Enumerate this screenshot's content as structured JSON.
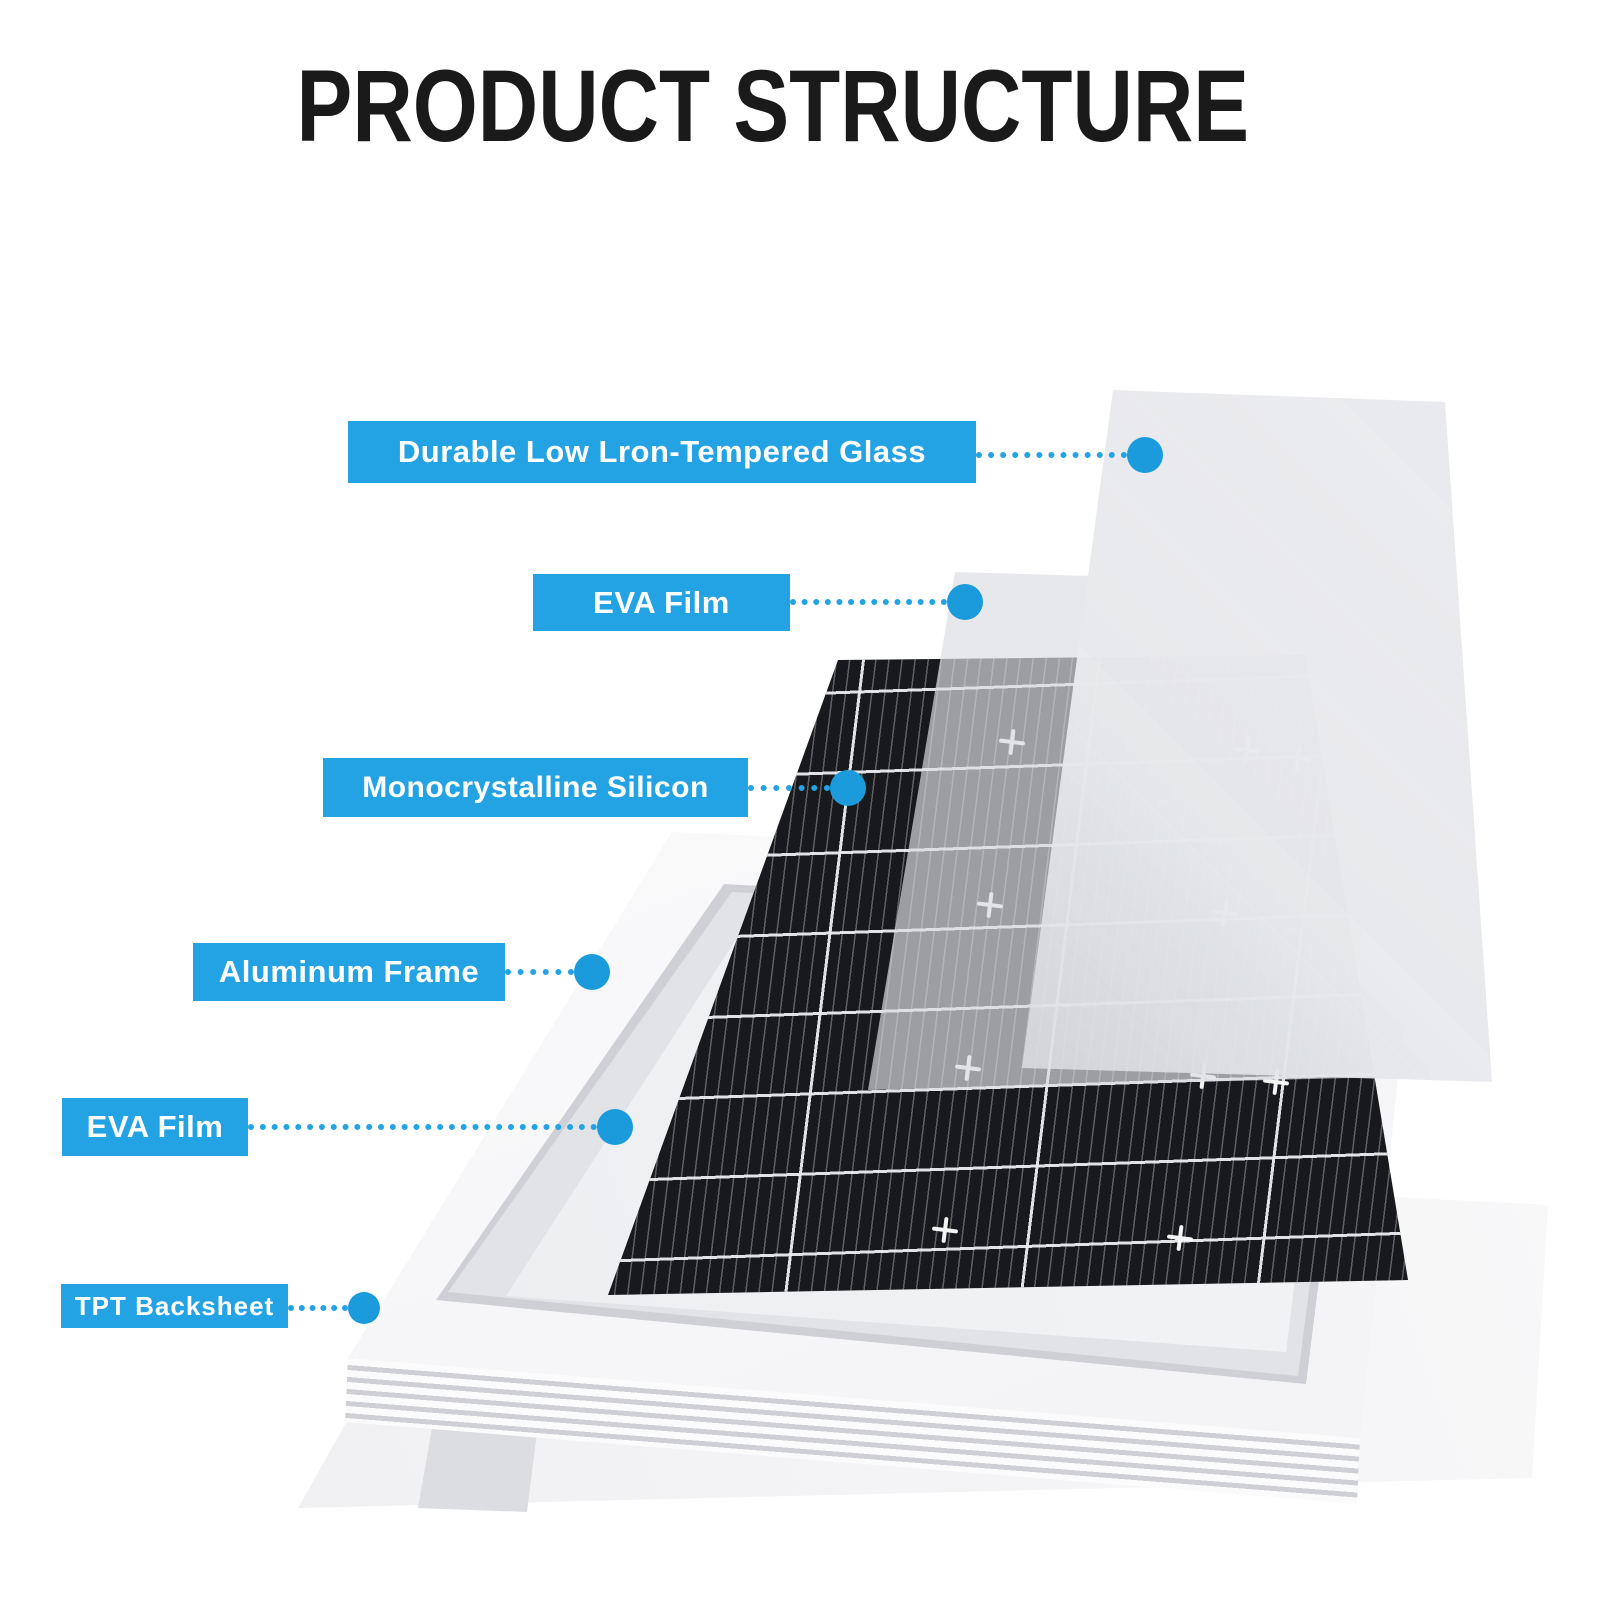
{
  "title": "PRODUCT STRUCTURE",
  "colors": {
    "accent": "#23a2e4",
    "dot": "#1b9bdc",
    "panel": "#17191c",
    "ink": "#1a1a1a"
  },
  "callouts": [
    {
      "id": "tempered-glass",
      "text": "Durable Low Lron-Tempered Glass"
    },
    {
      "id": "eva-film-top",
      "text": "EVA Film"
    },
    {
      "id": "monocrystalline-silicon",
      "text": "Monocrystalline Silicon"
    },
    {
      "id": "aluminum-frame",
      "text": "Aluminum Frame"
    },
    {
      "id": "eva-film-bottom",
      "text": "EVA Film"
    },
    {
      "id": "tpt-backsheet",
      "text": "TPT Backsheet"
    }
  ]
}
